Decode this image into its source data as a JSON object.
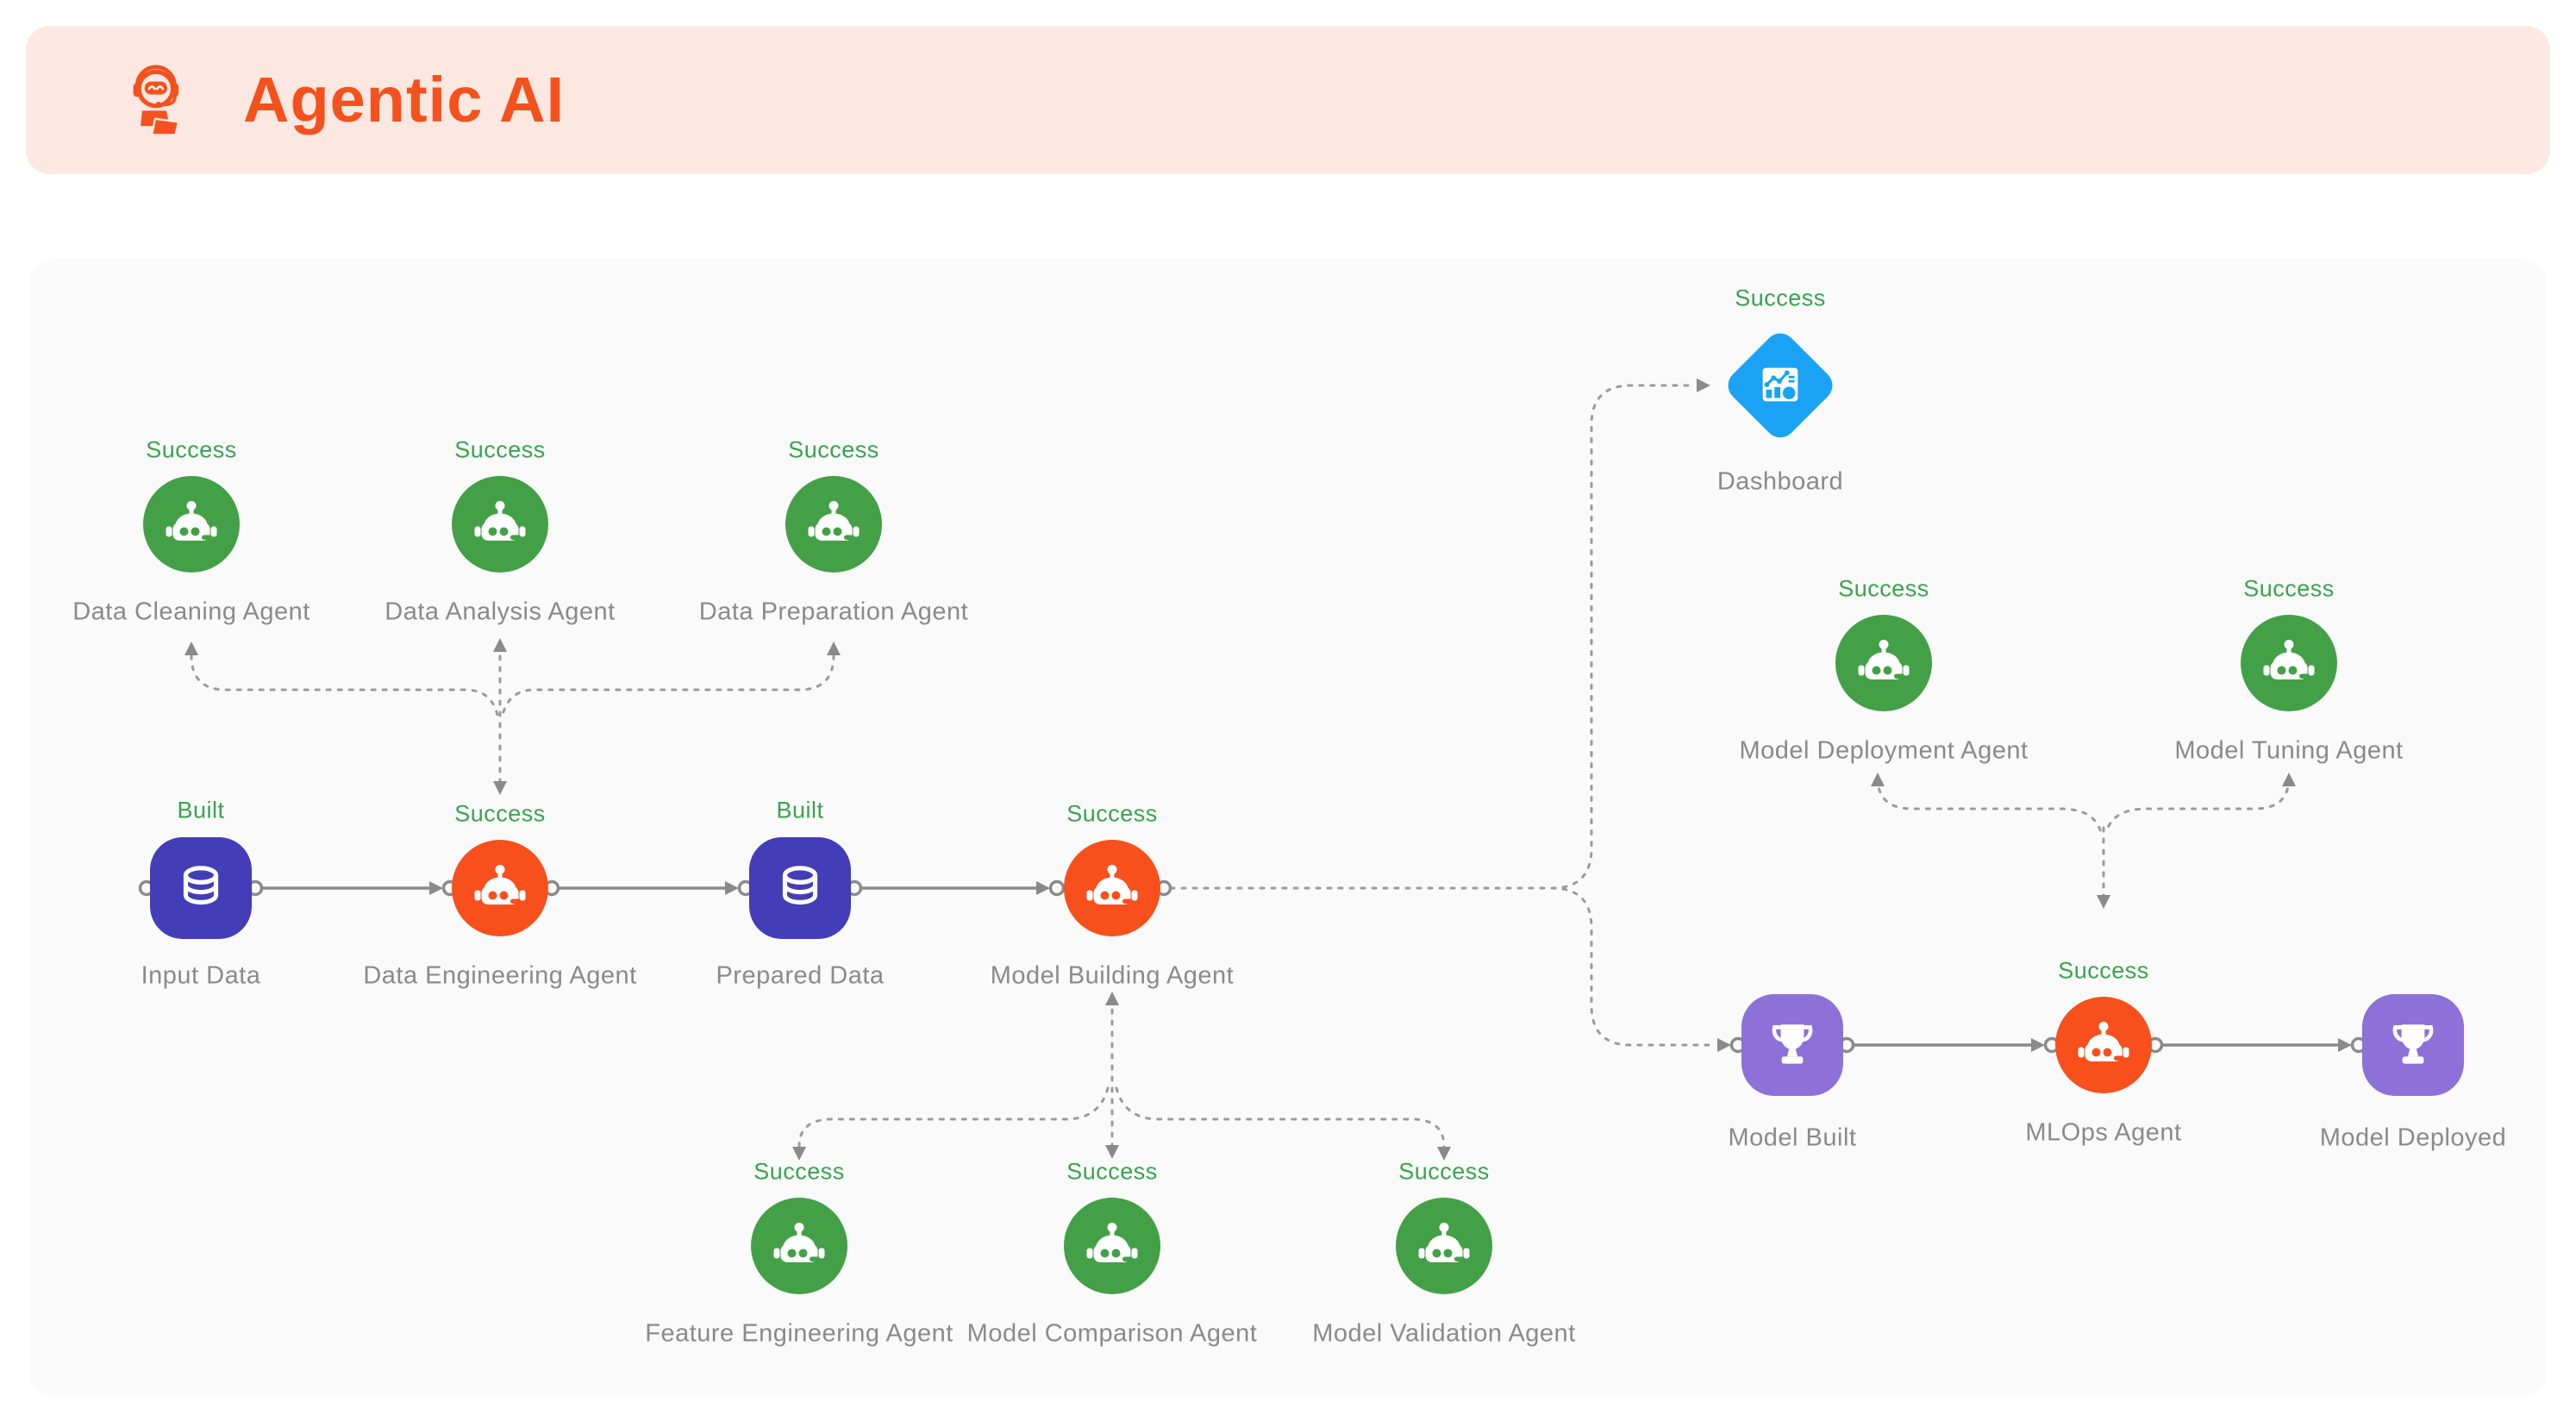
{
  "header": {
    "title": "Agentic AI",
    "icon": "robot-headset-icon",
    "bg_color": "#fce8e1",
    "title_color": "#f4511e"
  },
  "canvas": {
    "bg_color": "#fafafa"
  },
  "colors": {
    "agent_green": "#43a047",
    "agent_orange": "#f8501d",
    "data_indigo": "#433db8",
    "result_purple": "#8e70d9",
    "dashboard_blue": "#1aa3f4",
    "status_text_green": "#3aa34f",
    "node_label_gray": "#8a8a8a",
    "wire_gray": "#9b9b9b"
  },
  "icons": {
    "agent": "robot-icon",
    "data": "database-icon",
    "result": "trophy-icon",
    "dashboard": "chart-dashboard-icon"
  },
  "nodes": {
    "data_cleaning": {
      "label": "Data Cleaning Agent",
      "status": "Success"
    },
    "data_analysis": {
      "label": "Data Analysis Agent",
      "status": "Success"
    },
    "data_preparation": {
      "label": "Data Preparation Agent",
      "status": "Success"
    },
    "dashboard": {
      "label": "Dashboard",
      "status": "Success"
    },
    "input_data": {
      "label": "Input Data",
      "status": "Built"
    },
    "data_engineering": {
      "label": "Data Engineering Agent",
      "status": "Success"
    },
    "prepared_data": {
      "label": "Prepared Data",
      "status": "Built"
    },
    "model_building": {
      "label": "Model Building Agent",
      "status": "Success"
    },
    "model_deployment": {
      "label": "Model Deployment Agent",
      "status": "Success"
    },
    "model_tuning": {
      "label": "Model Tuning Agent",
      "status": "Success"
    },
    "model_built": {
      "label": "Model Built",
      "status": ""
    },
    "mlops": {
      "label": "MLOps Agent",
      "status": "Success"
    },
    "model_deployed": {
      "label": "Model Deployed",
      "status": ""
    },
    "feature_engineering": {
      "label": "Feature Engineering Agent",
      "status": "Success"
    },
    "model_comparison": {
      "label": "Model Comparison Agent",
      "status": "Success"
    },
    "model_validation": {
      "label": "Model Validation Agent",
      "status": "Success"
    }
  }
}
